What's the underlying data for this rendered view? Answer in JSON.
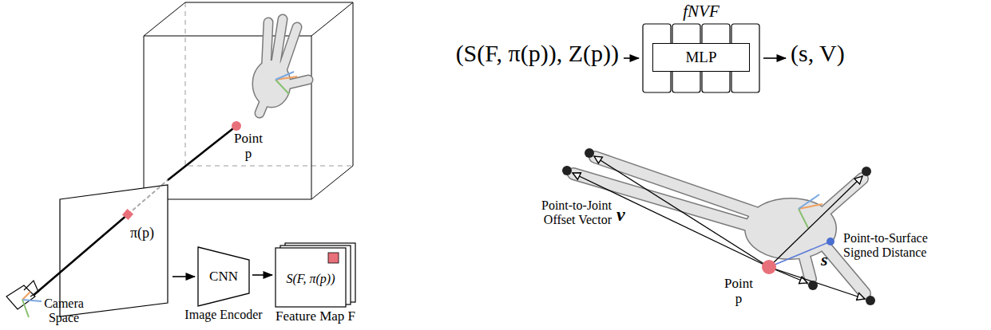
{
  "diagram": {
    "nodes": [
      {
        "text": [
          "π(p)"
        ]
      },
      {
        "text": [
          "CNN",
          "Image Encoder"
        ]
      },
      {
        "text": [
          "S(F, π(p))",
          "Feature Map F"
        ]
      },
      {
        "text": [
          "fNVF"
        ]
      },
      {
        "text": [
          "MLP"
        ],
        "in": 3
      }
    ],
    "edges": [
      {
        "from": 0,
        "to": 1,
        "arrow": "to"
      },
      {
        "from": 1,
        "to": 2,
        "arrow": "to"
      }
    ],
    "labels": [
      "Point p",
      "Camera Space",
      "(S(F, π(p)), Z(p))",
      "(s, V)",
      "Point-to-Joint Offset Vector",
      "v",
      "s",
      "Point-to-Surface Signed Distance",
      "Point p"
    ]
  }
}
